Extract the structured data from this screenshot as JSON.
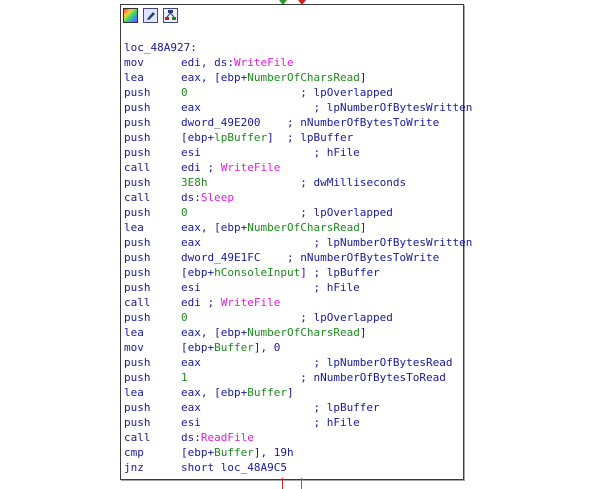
{
  "toolbar": {
    "icons": [
      "color-palette-icon",
      "edit-node-icon",
      "graph-overview-icon"
    ]
  },
  "block": {
    "label": "loc_48A927:",
    "lines": [
      {
        "mnem": "mov",
        "ops": [
          [
            "edi, ds:",
            "t"
          ],
          [
            "WriteFile",
            "imp"
          ]
        ]
      },
      {
        "mnem": "lea",
        "ops": [
          [
            "eax, [ebp+",
            "t"
          ],
          [
            "NumberOfCharsRead",
            "sym"
          ],
          [
            "]",
            "t"
          ]
        ]
      },
      {
        "mnem": "push",
        "ops": [
          [
            "0",
            "num"
          ],
          [
            "                 ; lpOverlapped",
            "cmt"
          ]
        ]
      },
      {
        "mnem": "push",
        "ops": [
          [
            "eax                 ; lpNumberOfBytesWritten",
            "t"
          ]
        ]
      },
      {
        "mnem": "push",
        "ops": [
          [
            "dword_49E200    ; nNumberOfBytesToWrite",
            "t"
          ]
        ]
      },
      {
        "mnem": "push",
        "ops": [
          [
            "[ebp+",
            "t"
          ],
          [
            "lpBuffer",
            "sym"
          ],
          [
            "]  ; lpBuffer",
            "t"
          ]
        ]
      },
      {
        "mnem": "push",
        "ops": [
          [
            "esi                 ; hFile",
            "t"
          ]
        ]
      },
      {
        "mnem": "call",
        "ops": [
          [
            "edi ; ",
            "t"
          ],
          [
            "WriteFile",
            "imp"
          ]
        ]
      },
      {
        "mnem": "push",
        "ops": [
          [
            "3E8h",
            "num"
          ],
          [
            "              ; dwMilliseconds",
            "cmt"
          ]
        ]
      },
      {
        "mnem": "call",
        "ops": [
          [
            "ds:",
            "t"
          ],
          [
            "Sleep",
            "imp"
          ]
        ]
      },
      {
        "mnem": "push",
        "ops": [
          [
            "0",
            "num"
          ],
          [
            "                 ; lpOverlapped",
            "cmt"
          ]
        ]
      },
      {
        "mnem": "lea",
        "ops": [
          [
            "eax, [ebp+",
            "t"
          ],
          [
            "NumberOfCharsRead",
            "sym"
          ],
          [
            "]",
            "t"
          ]
        ]
      },
      {
        "mnem": "push",
        "ops": [
          [
            "eax                 ; lpNumberOfBytesWritten",
            "t"
          ]
        ]
      },
      {
        "mnem": "push",
        "ops": [
          [
            "dword_49E1FC    ; nNumberOfBytesToWrite",
            "t"
          ]
        ]
      },
      {
        "mnem": "push",
        "ops": [
          [
            "[ebp+",
            "t"
          ],
          [
            "hConsoleInput",
            "sym"
          ],
          [
            "] ; lpBuffer",
            "t"
          ]
        ]
      },
      {
        "mnem": "push",
        "ops": [
          [
            "esi                 ; hFile",
            "t"
          ]
        ]
      },
      {
        "mnem": "call",
        "ops": [
          [
            "edi ; ",
            "t"
          ],
          [
            "WriteFile",
            "imp"
          ]
        ]
      },
      {
        "mnem": "push",
        "ops": [
          [
            "0",
            "num"
          ],
          [
            "                 ; lpOverlapped",
            "cmt"
          ]
        ]
      },
      {
        "mnem": "lea",
        "ops": [
          [
            "eax, [ebp+",
            "t"
          ],
          [
            "NumberOfCharsRead",
            "sym"
          ],
          [
            "]",
            "t"
          ]
        ]
      },
      {
        "mnem": "mov",
        "ops": [
          [
            "[ebp+",
            "t"
          ],
          [
            "Buffer",
            "sym"
          ],
          [
            "], 0",
            "t"
          ]
        ]
      },
      {
        "mnem": "push",
        "ops": [
          [
            "eax                 ; lpNumberOfBytesRead",
            "t"
          ]
        ]
      },
      {
        "mnem": "push",
        "ops": [
          [
            "1",
            "num"
          ],
          [
            "                 ; nNumberOfBytesToRead",
            "cmt"
          ]
        ]
      },
      {
        "mnem": "lea",
        "ops": [
          [
            "eax, [ebp+",
            "t"
          ],
          [
            "Buffer",
            "sym"
          ],
          [
            "]",
            "t"
          ]
        ]
      },
      {
        "mnem": "push",
        "ops": [
          [
            "eax                 ; lpBuffer",
            "t"
          ]
        ]
      },
      {
        "mnem": "push",
        "ops": [
          [
            "esi                 ; hFile",
            "t"
          ]
        ]
      },
      {
        "mnem": "call",
        "ops": [
          [
            "ds:",
            "t"
          ],
          [
            "ReadFile",
            "imp"
          ]
        ]
      },
      {
        "mnem": "cmp",
        "ops": [
          [
            "[ebp+",
            "t"
          ],
          [
            "Buffer",
            "sym"
          ],
          [
            "], 19h",
            "t"
          ]
        ]
      },
      {
        "mnem": "jnz",
        "ops": [
          [
            "short loc_48A9C5",
            "t"
          ]
        ]
      }
    ]
  },
  "colors": {
    "text": "#1a1a9c",
    "import": "#e21ce2",
    "symbol": "#1c8c1c",
    "edge_true": "#2e9a2e",
    "edge_false": "#d42020"
  }
}
